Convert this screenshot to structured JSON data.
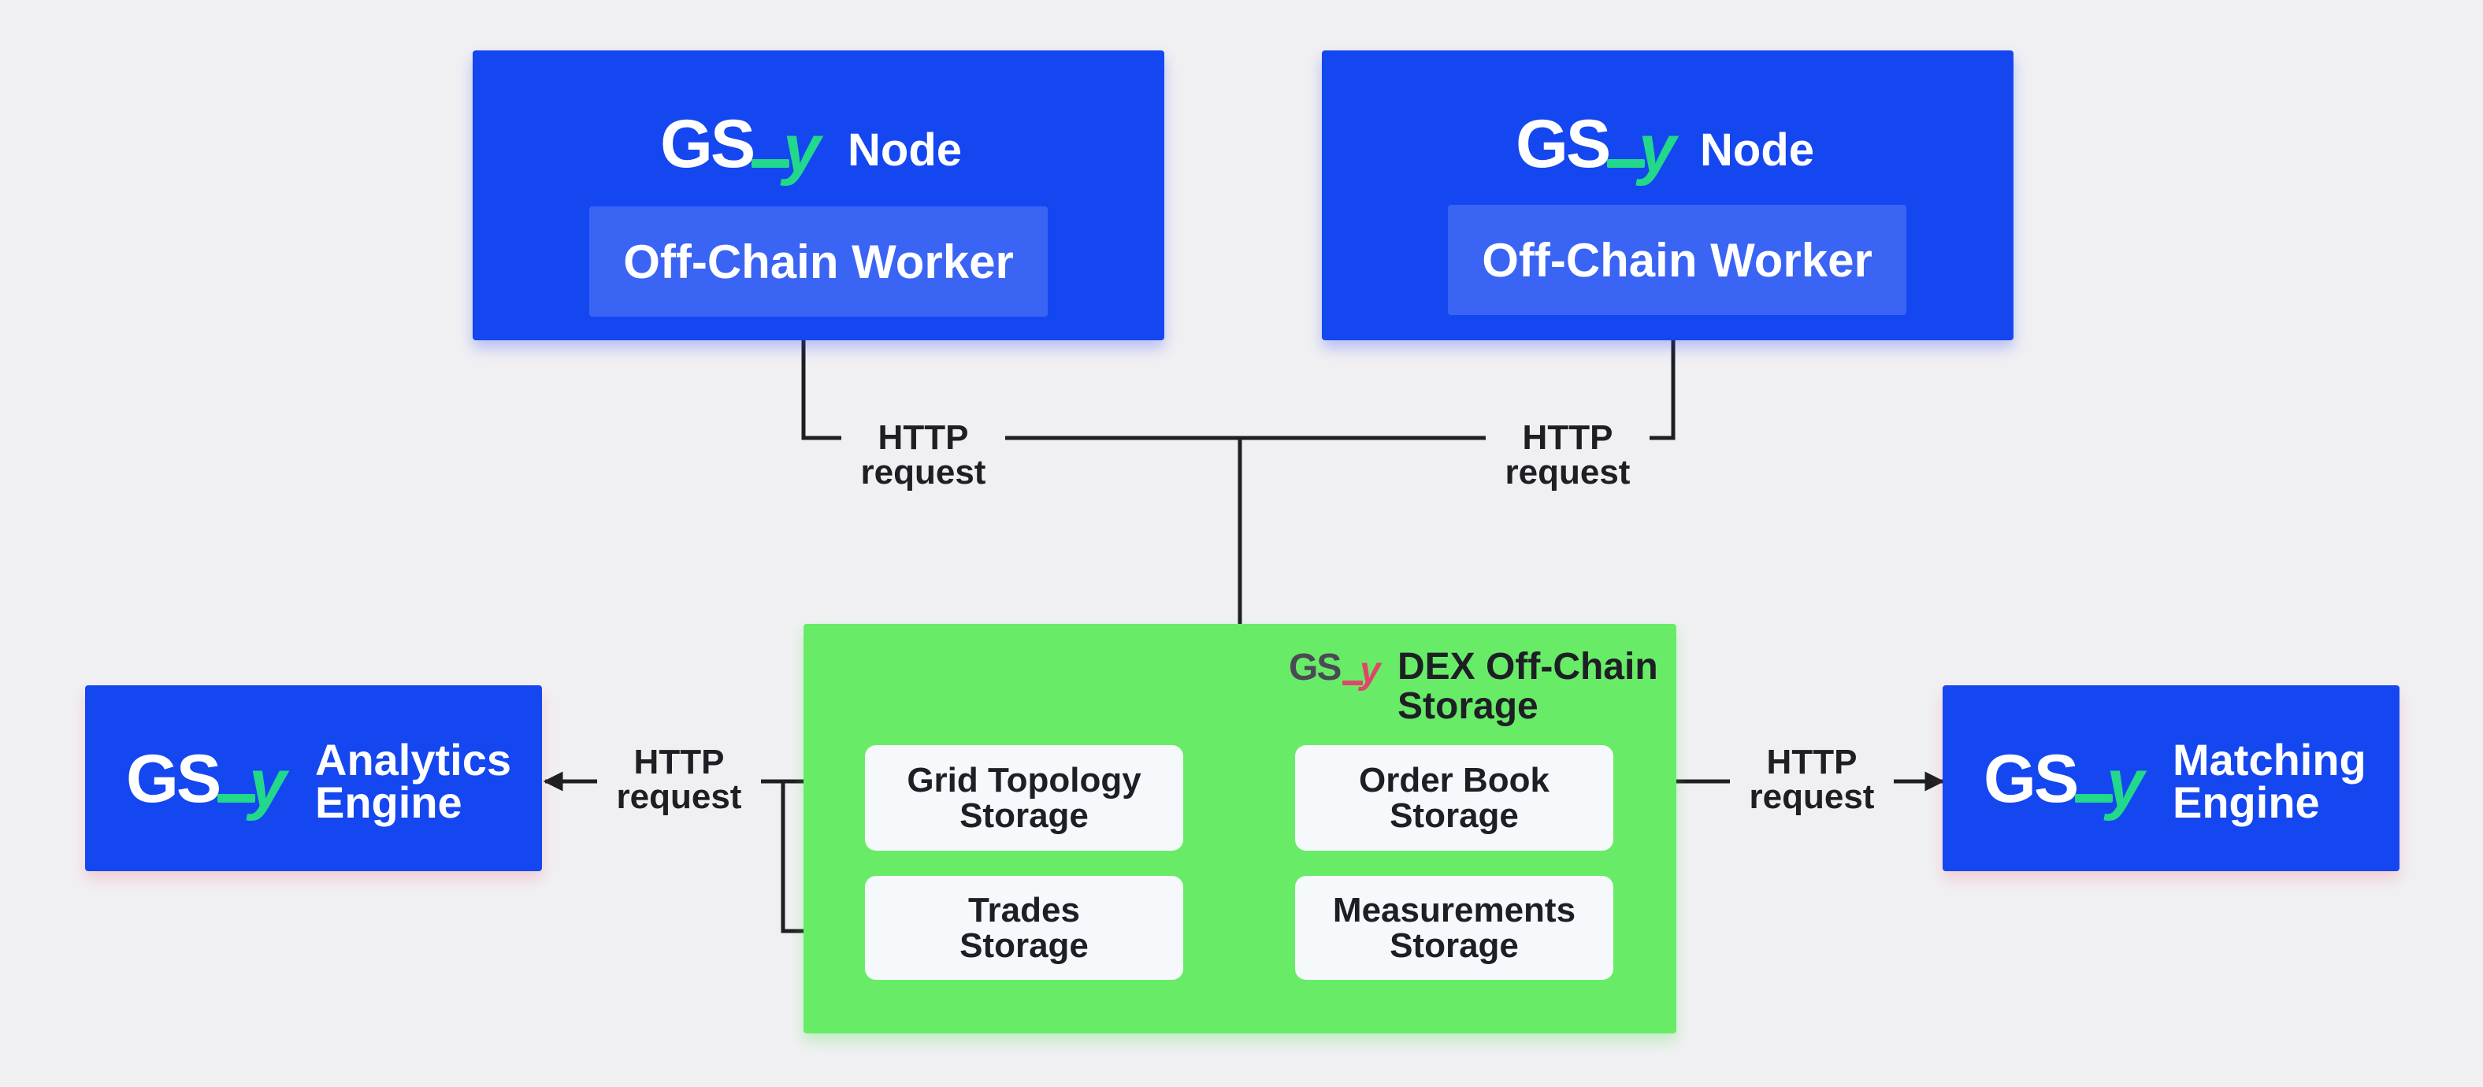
{
  "brand": {
    "logo_text": "GS",
    "logo_suffix": "y",
    "colors": {
      "primary_blue": "#1447f0",
      "accent_green": "#22d88a",
      "storage_green": "#68ec68",
      "accent_pink": "#e0456a"
    }
  },
  "nodes": [
    {
      "title": "Node",
      "worker": "Off-Chain Worker"
    },
    {
      "title": "Node",
      "worker": "Off-Chain Worker"
    }
  ],
  "connector_labels": {
    "left_node": [
      "HTTP",
      "request"
    ],
    "right_node": [
      "HTTP",
      "request"
    ],
    "analytics": [
      "HTTP",
      "request"
    ],
    "matching": [
      "HTTP",
      "request"
    ]
  },
  "dex_storage": {
    "title_line1": "DEX Off-Chain",
    "title_line2": "Storage",
    "stores": [
      {
        "line1": "Grid Topology",
        "line2": "Storage"
      },
      {
        "line1": "Trades",
        "line2": "Storage"
      },
      {
        "line1": "Order Book",
        "line2": "Storage"
      },
      {
        "line1": "Measurements",
        "line2": "Storage"
      }
    ]
  },
  "engines": {
    "analytics": {
      "line1": "Analytics",
      "line2": "Engine"
    },
    "matching": {
      "line1": "Matching",
      "line2": "Engine"
    }
  }
}
